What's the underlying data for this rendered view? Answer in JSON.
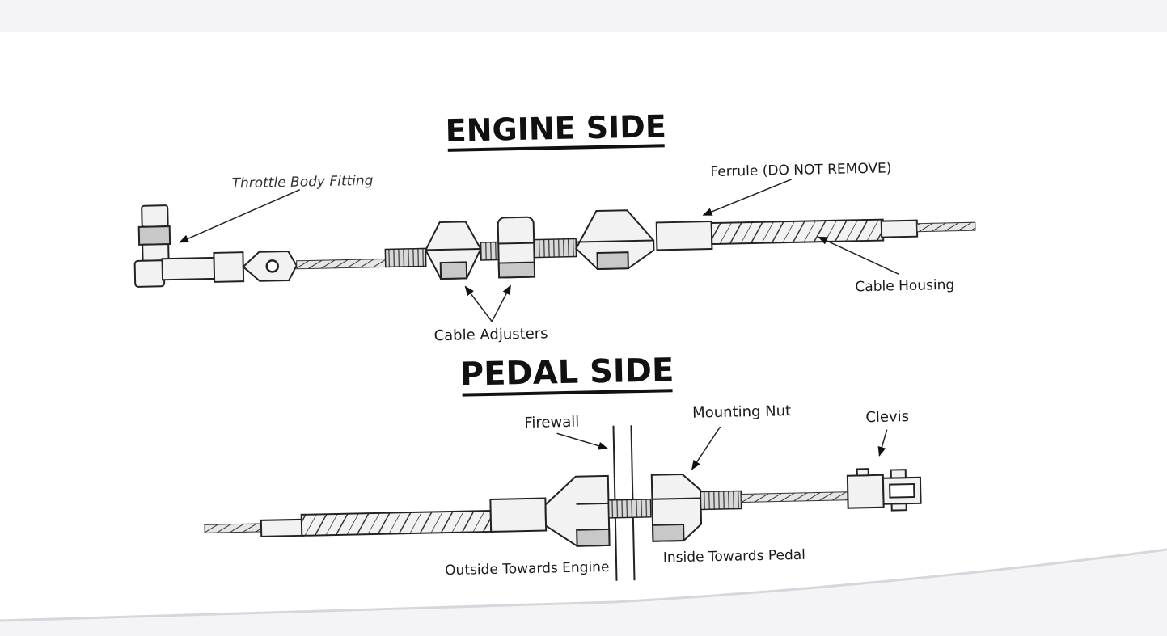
{
  "engine_side": {
    "heading": "ENGINE SIDE",
    "labels": {
      "throttle_body_fitting": "Throttle Body Fitting",
      "ferrule": "Ferrule (DO NOT REMOVE)",
      "cable_housing": "Cable Housing",
      "cable_adjusters": "Cable Adjusters"
    }
  },
  "pedal_side": {
    "heading": "PEDAL SIDE",
    "labels": {
      "firewall": "Firewall",
      "mounting_nut": "Mounting Nut",
      "clevis": "Clevis",
      "outside_towards_engine": "Outside Towards Engine",
      "inside_towards_pedal": "Inside Towards Pedal"
    }
  },
  "colors": {
    "paper": "#ffffff",
    "ink": "#1a1a1a",
    "part_fill": "#f2f2f2",
    "part_shade": "#c8c8c8"
  }
}
